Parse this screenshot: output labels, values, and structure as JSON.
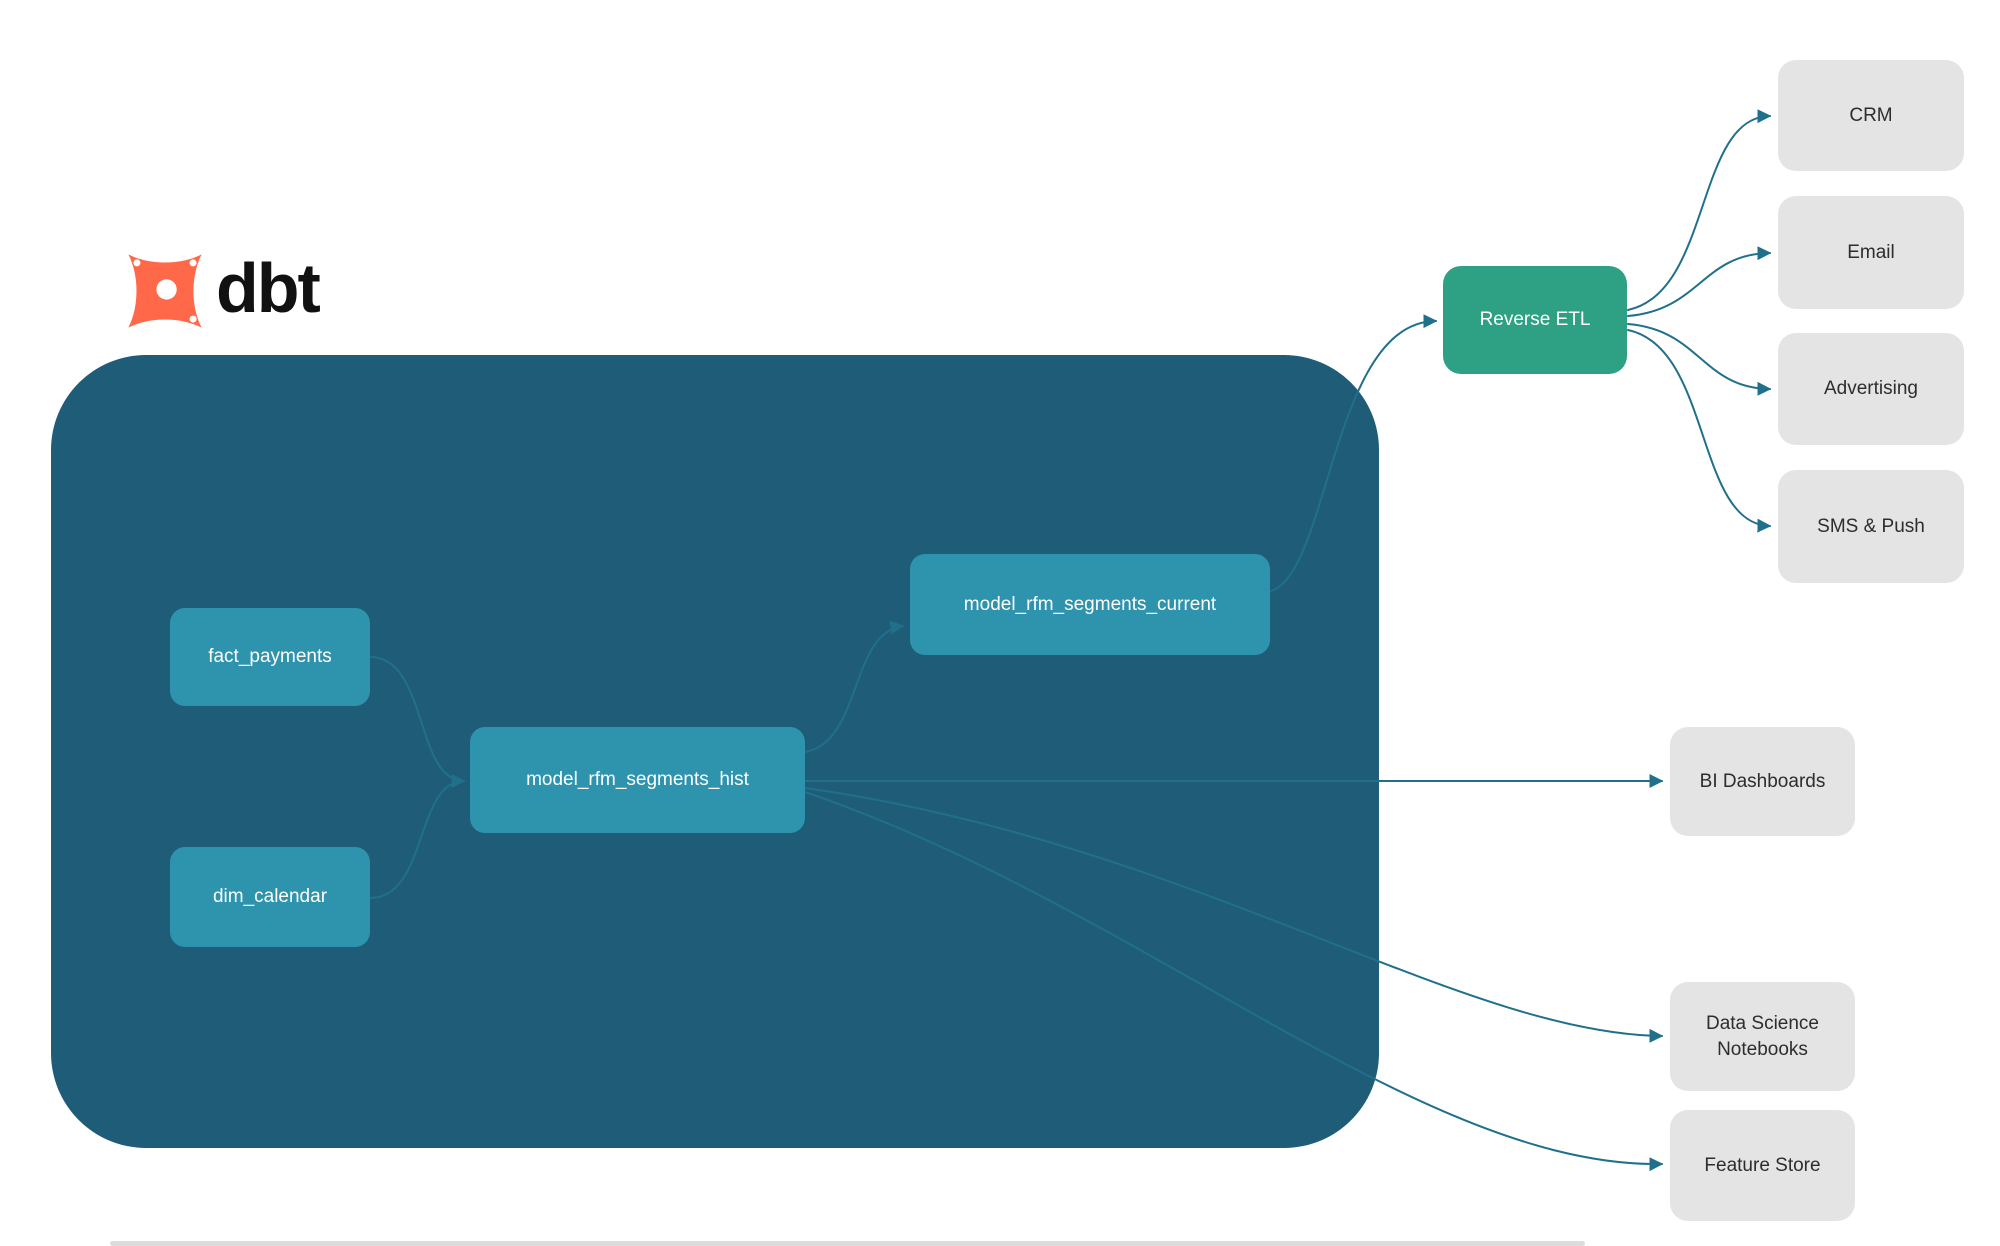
{
  "logo": {
    "brand": "dbt"
  },
  "nodes": {
    "fact_payments": {
      "label": "fact_payments"
    },
    "dim_calendar": {
      "label": "dim_calendar"
    },
    "model_rfm_segments_hist": {
      "label": "model_rfm_segments_hist"
    },
    "model_rfm_segments_current": {
      "label": "model_rfm_segments_current"
    },
    "reverse_etl": {
      "label": "Reverse ETL"
    },
    "crm": {
      "label": "CRM"
    },
    "email": {
      "label": "Email"
    },
    "advertising": {
      "label": "Advertising"
    },
    "sms_push": {
      "label": "SMS & Push"
    },
    "bi_dashboards": {
      "label": "BI Dashboards"
    },
    "data_science_notebooks": {
      "label": "Data Science Notebooks"
    },
    "feature_store": {
      "label": "Feature Store"
    }
  },
  "edges": [
    {
      "from": "fact_payments",
      "to": "model_rfm_segments_hist"
    },
    {
      "from": "dim_calendar",
      "to": "model_rfm_segments_hist"
    },
    {
      "from": "model_rfm_segments_hist",
      "to": "model_rfm_segments_current"
    },
    {
      "from": "model_rfm_segments_current",
      "to": "reverse_etl"
    },
    {
      "from": "reverse_etl",
      "to": "crm"
    },
    {
      "from": "reverse_etl",
      "to": "email"
    },
    {
      "from": "reverse_etl",
      "to": "advertising"
    },
    {
      "from": "reverse_etl",
      "to": "sms_push"
    },
    {
      "from": "model_rfm_segments_hist",
      "to": "bi_dashboards"
    },
    {
      "from": "model_rfm_segments_hist",
      "to": "data_science_notebooks"
    },
    {
      "from": "model_rfm_segments_hist",
      "to": "feature_store"
    }
  ],
  "colors": {
    "container": "#1E5C77",
    "model_node": "#2E93AD",
    "etl_node": "#2EA185",
    "destination_node": "#E5E4E4",
    "destination_text": "#2D2D2D",
    "edge": "#20708C",
    "logo_orange": "#FF6849",
    "logo_text": "#111111"
  }
}
